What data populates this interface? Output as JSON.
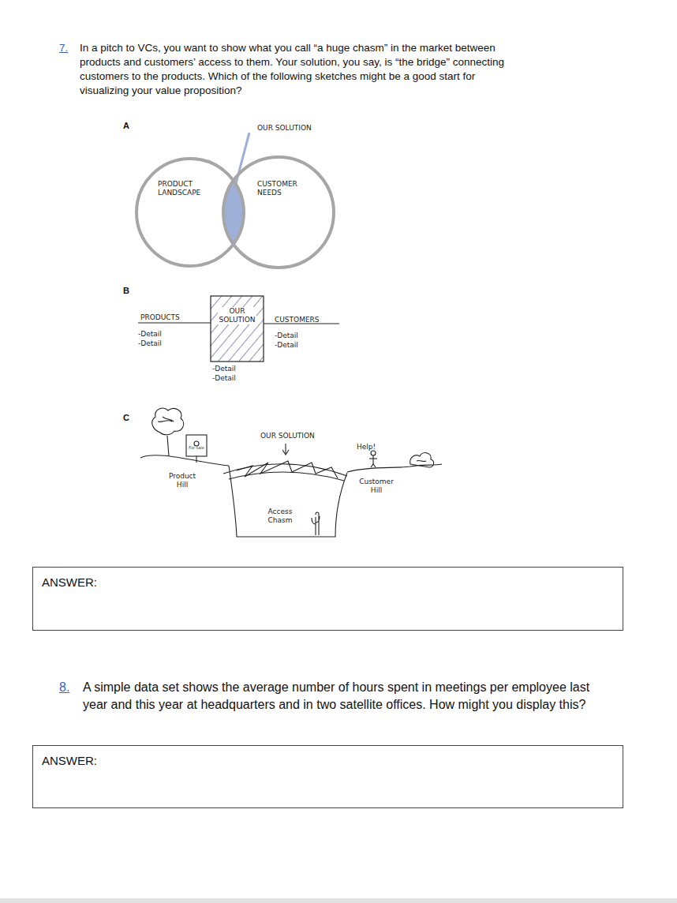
{
  "diagram": {
    "nodes": [
      {
        "text": [
          "PRODUCT LANDSCAPE"
        ]
      },
      {
        "text": [
          "CUSTOMER NEEDS"
        ]
      },
      {
        "text": [
          "OUR SOLUTION",
          "-Detail",
          "-Detail"
        ]
      },
      {
        "text": [
          "Access Chasm"
        ]
      },
      {
        "text": [
          "ANSWER:"
        ]
      },
      {
        "text": [
          "ANSWER:"
        ]
      }
    ],
    "edges": [],
    "labels": [
      "7.",
      "In a pitch to VCs, you want to show what you call “a huge chasm” in the market between products and customers’ access to them. Your solution, you say, is “the bridge” connecting customers to the products. Which of the following sketches might be a good start for visualizing your value proposition?",
      "A",
      "OUR SOLUTION",
      "B",
      "PRODUCTS",
      "-Detail",
      "-Detail",
      "CUSTOMERS",
      "-Detail",
      "-Detail",
      "C",
      "For sale",
      "Product Hill",
      "OUR SOLUTION",
      "Help!",
      "Customer Hill",
      "8.",
      "A simple data set shows the average number of hours spent in meetings per employee last year and this year at headquarters and in two satellite offices. How might you display this?"
    ]
  }
}
